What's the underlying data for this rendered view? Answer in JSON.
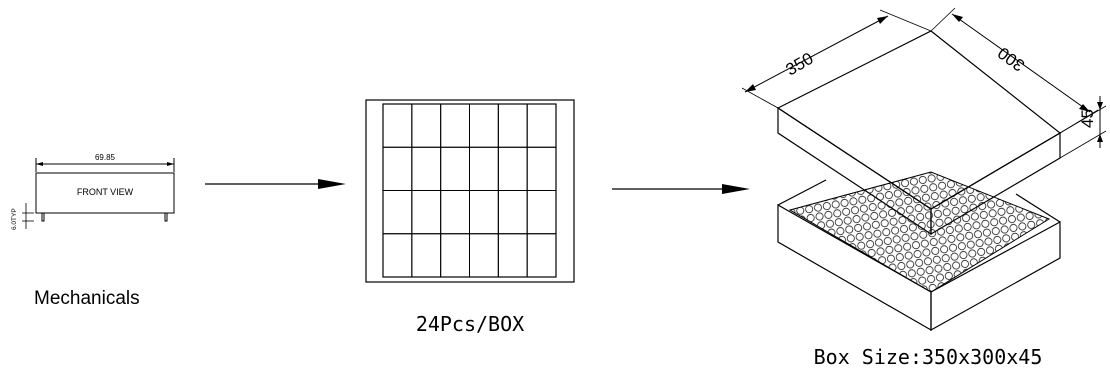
{
  "mechanical": {
    "width_dim": "69.85",
    "view_label": "FRONT VIEW",
    "pin_dim": "6.0TYP",
    "caption": "Mechanicals"
  },
  "tray": {
    "caption": "24Pcs/BOX",
    "rows": 4,
    "cols": 6
  },
  "box": {
    "dim_length": "350",
    "dim_width": "300",
    "dim_height": "45",
    "caption": "Box Size:350x300x45"
  },
  "colors": {
    "line": "#000000",
    "background": "#ffffff"
  }
}
